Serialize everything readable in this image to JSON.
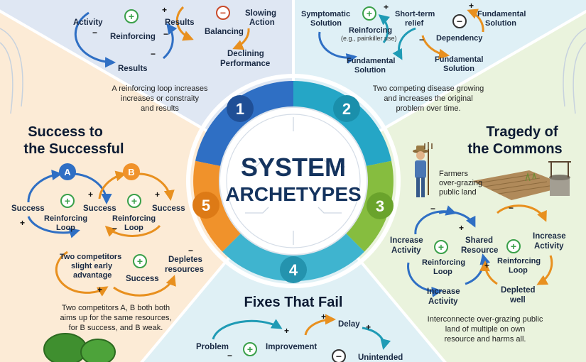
{
  "center": {
    "line1": "SYSTEM",
    "line2": "ARCHETYPES"
  },
  "numbers": [
    "1",
    "2",
    "3",
    "4",
    "5"
  ],
  "signs": {
    "plus": "+",
    "minus": "−"
  },
  "colors": {
    "s1": "#2f6fc4",
    "s2": "#25a6c6",
    "s3": "#86bd3f",
    "s4": "#3fb4cf",
    "s5": "#f0922b"
  },
  "s1": {
    "labels": {
      "activity": "Activity",
      "reinforcing": "Reinforcing",
      "results_top": "Results",
      "results_bottom": "Results",
      "balancing": "Balancing",
      "slowing1": "Slowing",
      "slowing2": "Action",
      "declining1": "Declining",
      "declining2": "Performance"
    },
    "desc": [
      "A reinforcing loop increases",
      "increases or constraity",
      "and results"
    ]
  },
  "s2": {
    "labels": {
      "symptomatic1": "Symptomatic",
      "symptomatic2": "Solution",
      "reinforcing": "Reinforcing",
      "reinforcing_note": "(e.g., painkiller use)",
      "shortterm1": "Short-term",
      "shortterm2": "relief",
      "fundamental_a1": "Fundamental",
      "fundamental_a2": "Solution",
      "fundamental_b1": "Fundamental",
      "fundamental_b2": "Solution",
      "dependency": "Dependency",
      "fundamental_c1": "Fundamental",
      "fundamental_c2": "Solution"
    },
    "desc": [
      "Two competing disease growing",
      "and increases the original",
      "problem over time."
    ]
  },
  "s3": {
    "title": [
      "Tragedy of",
      "the Commons"
    ],
    "farmers": [
      "Farmers",
      "over-grazing",
      "public land"
    ],
    "labels": {
      "inc_left1": "Increase",
      "inc_left2": "Activity",
      "shared1": "Shared",
      "shared2": "Resource",
      "inc_right1": "Increase",
      "inc_right2": "Activity",
      "reinf_left1": "Reinforcing",
      "reinf_left2": "Loop",
      "reinf_right1": "Reinforcing",
      "reinf_right2": "Loop",
      "inc_bottom1": "Increase",
      "inc_bottom2": "Activity",
      "depleted1": "Depleted",
      "depleted2": "well"
    },
    "desc": [
      "Interconnecte over-grazing public",
      "land of multiple on own",
      "resource and harms all."
    ]
  },
  "s4": {
    "title": "Fixes That Fail",
    "labels": {
      "problem": "Problem",
      "improvement": "Improvement",
      "delay": "Delay",
      "unintended": "Unintended"
    }
  },
  "s5": {
    "title": [
      "Success to",
      "the Successful"
    ],
    "badge_a": "A",
    "badge_b": "B",
    "labels": {
      "success1": "Success",
      "success2": "Success",
      "success3": "Success",
      "success4": "Success",
      "reinf1a": "Reinforcing",
      "reinf1b": "Loop",
      "reinf2a": "Reinforcing",
      "reinf2b": "Loop",
      "two1": "Two competitors",
      "two2": "slight early",
      "two3": "advantage",
      "depletes1": "Depletes",
      "depletes2": "resources"
    },
    "desc": [
      "Two competitors A, B both both",
      "aims up for the same resources,",
      "for B success, and B weak."
    ]
  }
}
